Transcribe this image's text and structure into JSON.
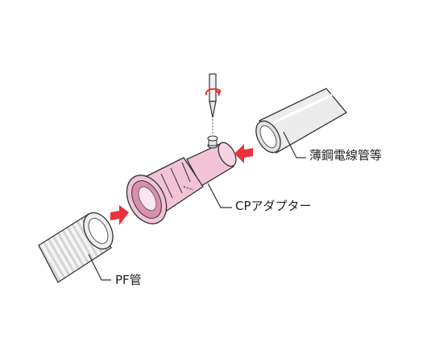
{
  "labels": {
    "steel_conduit": "薄鋼電線管等",
    "cp_adapter": "CPアダプター",
    "pf_pipe": "PF管"
  },
  "colors": {
    "adapter_pink": "#f2c3d6",
    "adapter_shadow": "#d98fb0",
    "arrow_red": "#e8323c",
    "outline": "#333333",
    "pipe_gray": "#ececec"
  },
  "icons": {
    "rotation": "rotation-arrow-icon",
    "push_arrow": "push-arrow-icon"
  }
}
